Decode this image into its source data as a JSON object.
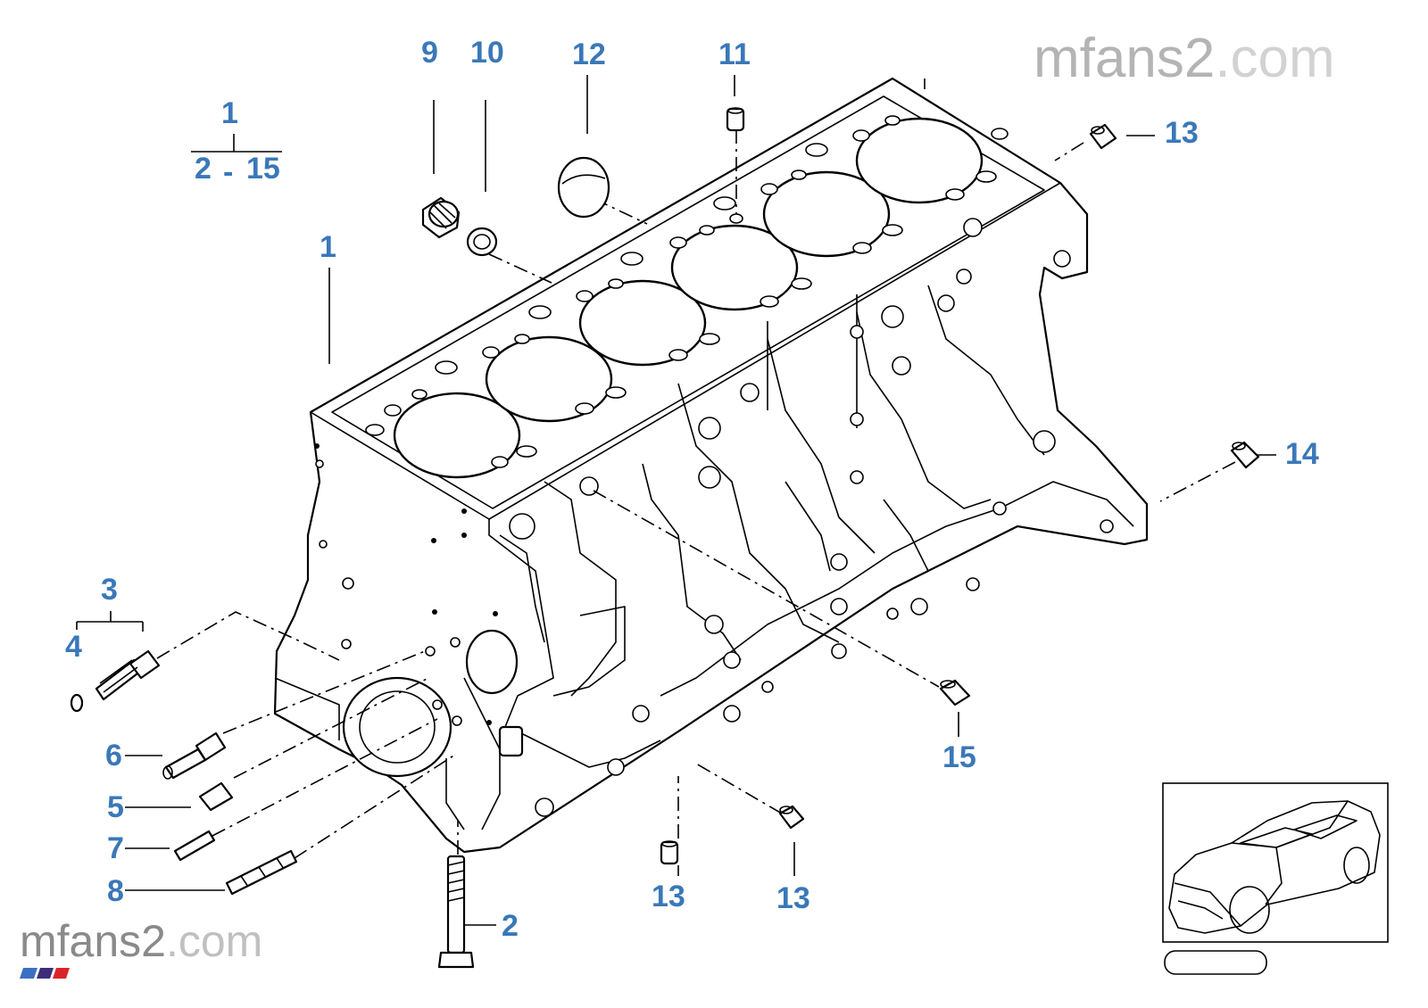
{
  "watermark_top": {
    "brand": "mfans2",
    "suffix": ".com"
  },
  "watermark_bottom": {
    "brand": "mfans2",
    "suffix": ".com"
  },
  "group_label": {
    "top": "1",
    "range_start": "2",
    "range_sep": "-",
    "range_end": "15"
  },
  "callouts": [
    {
      "id": "c1",
      "text": "1"
    },
    {
      "id": "c2",
      "text": "2"
    },
    {
      "id": "c3",
      "text": "3"
    },
    {
      "id": "c4",
      "text": "4"
    },
    {
      "id": "c5",
      "text": "5"
    },
    {
      "id": "c6",
      "text": "6"
    },
    {
      "id": "c7",
      "text": "7"
    },
    {
      "id": "c8",
      "text": "8"
    },
    {
      "id": "c9",
      "text": "9"
    },
    {
      "id": "c10",
      "text": "10"
    },
    {
      "id": "c11",
      "text": "11"
    },
    {
      "id": "c12",
      "text": "12"
    },
    {
      "id": "c13a",
      "text": "13"
    },
    {
      "id": "c13b",
      "text": "13"
    },
    {
      "id": "c13c",
      "text": "13"
    },
    {
      "id": "c14",
      "text": "14"
    },
    {
      "id": "c15",
      "text": "15"
    }
  ],
  "colors": {
    "callout": "#3a78b8",
    "watermark": "#b4b4b4",
    "watermark_dark": "#8a8a8a",
    "line": "#000000"
  }
}
